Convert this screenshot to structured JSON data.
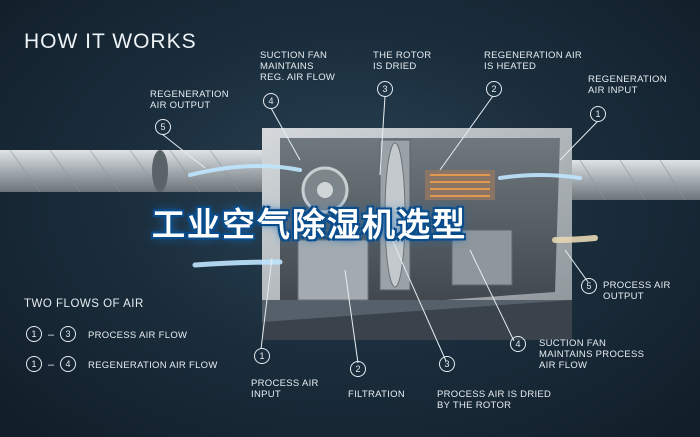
{
  "title": "HOW IT WORKS",
  "callouts": [
    {
      "id": "regen-output-top",
      "number": "5",
      "text": "REGENERATION\nAIR OUTPUT"
    },
    {
      "id": "suction-fan-regen",
      "number": "4",
      "text": "SUCTION FAN\nMAINTAINS\nREG. AIR FLOW"
    },
    {
      "id": "rotor-dried",
      "number": "3",
      "text": "THE ROTOR\nIS DRIED"
    },
    {
      "id": "regen-heated",
      "number": "2",
      "text": "REGENERATION AIR\nIS HEATED"
    },
    {
      "id": "regen-input",
      "number": "1",
      "text": "REGENERATION\nAIR INPUT"
    },
    {
      "id": "process-output",
      "number": "5",
      "text": "PROCESS AIR\nOUTPUT"
    },
    {
      "id": "suction-fan-process",
      "number": "4",
      "text": "SUCTION FAN\nMAINTAINS PROCESS\nAIR FLOW"
    },
    {
      "id": "process-dried",
      "number": "3",
      "text": "PROCESS AIR IS DRIED\nBY THE ROTOR"
    },
    {
      "id": "filtration",
      "number": "2",
      "text": "FILTRATION"
    },
    {
      "id": "process-input",
      "number": "1",
      "text": "PROCESS AIR\nINPUT"
    }
  ],
  "legend": {
    "title": "TWO FLOWS OF AIR",
    "rows": [
      {
        "from": "1",
        "dash": "–",
        "to": "3",
        "label": "PROCESS AIR FLOW"
      },
      {
        "from": "1",
        "dash": "–",
        "to": "4",
        "label": "REGENERATION AIR FLOW"
      }
    ]
  },
  "watermark": "工业空气除湿机选型",
  "colors": {
    "background": "#1b2e3d",
    "text": "#e6edf2",
    "watermark_outline": "#0a4d8c",
    "airflow": "#bfe6ff",
    "heated": "#f0a04b"
  }
}
